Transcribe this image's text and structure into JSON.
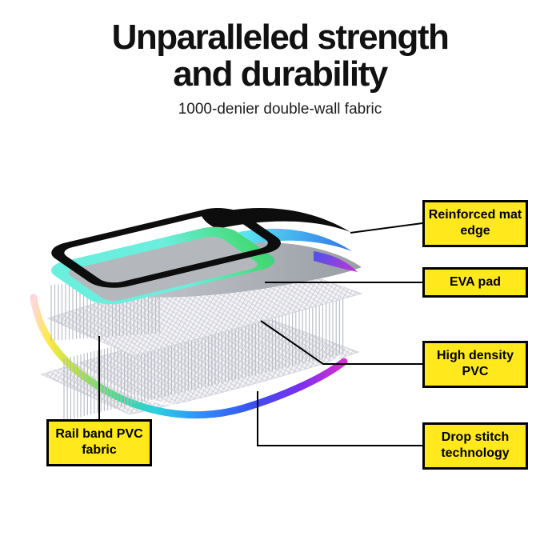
{
  "title": {
    "line1": "Unparalleled strength",
    "line2": "and durability",
    "subtitle": "1000-denier double-wall fabric"
  },
  "callouts": {
    "reinforced_mat_edge": "Reinforced mat edge",
    "eva_pad": "EVA pad",
    "high_density_pvc": "High density PVC",
    "drop_stitch_technology": "Drop stitch technology",
    "rail_band_pvc_fabric": "Rail band PVC fabric"
  },
  "colors": {
    "callout_background": "#FFE81C",
    "callout_border": "#000000",
    "title_text": "#111111",
    "mat_edge_black": "#0D0D0D",
    "eva_pad_gray": "#B4B8BD",
    "mesh_fabric": "#F3F3F6",
    "rainbow_edge": [
      "#FFD6E0",
      "#FFE94A",
      "#B5E43C",
      "#41DB8E",
      "#2CCFE0",
      "#2F8BFF",
      "#3A4EF0",
      "#7A2FF0",
      "#D62FD0"
    ]
  }
}
